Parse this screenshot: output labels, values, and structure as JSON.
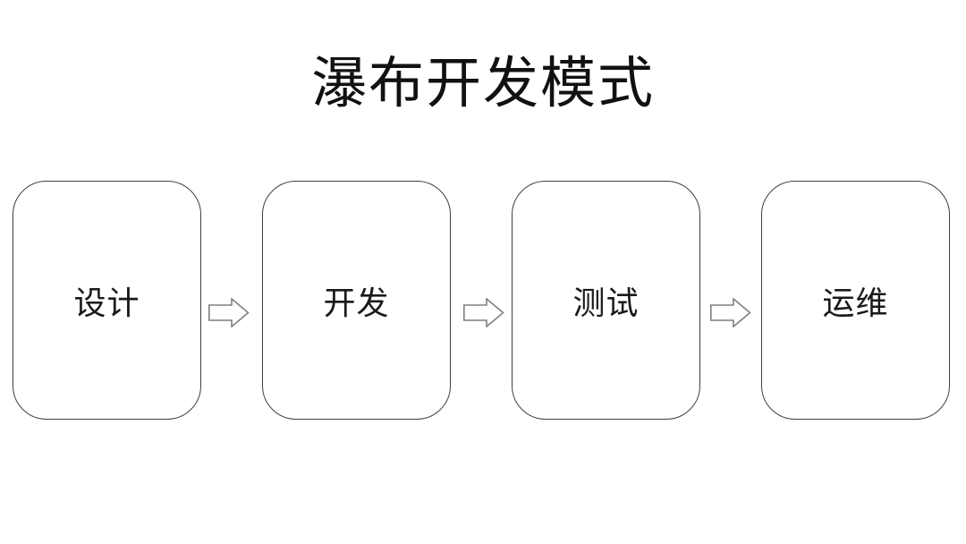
{
  "title": "瀑布开发模式",
  "diagram": {
    "type": "flowchart-horizontal",
    "steps": [
      {
        "label": "设计"
      },
      {
        "label": "开发"
      },
      {
        "label": "测试"
      },
      {
        "label": "运维"
      }
    ],
    "connector": "right-block-arrow"
  },
  "colors": {
    "background": "#ffffff",
    "box_border": "#3f3f3f",
    "box_fill": "#ffffff",
    "arrow_stroke": "#7f7f7f",
    "arrow_fill": "#ffffff",
    "text": "#1a1a1a"
  }
}
